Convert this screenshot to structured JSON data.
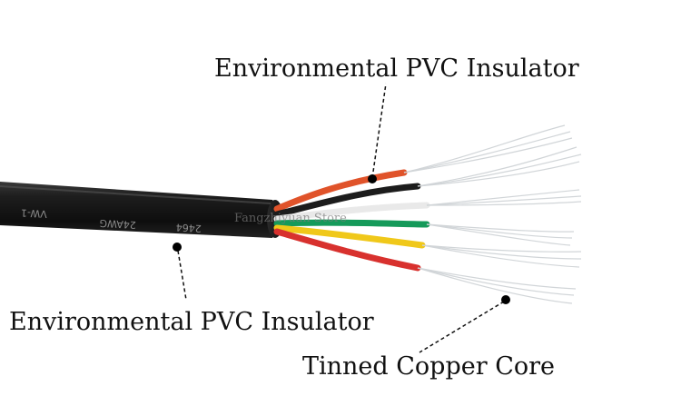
{
  "labels": {
    "top_insulator": "Environmental PVC Insulator",
    "left_insulator": "Environmental PVC Insulator",
    "core": "Tinned Copper Core"
  },
  "cable_print": [
    "VW-1",
    "24AWG",
    "2464"
  ],
  "watermark": "Fangzhiyuan Store",
  "wire_colors": {
    "jacket": "#1a1a1a",
    "orange": "#e0532a",
    "black": "#1c1c1c",
    "white": "#f2f2f2",
    "green": "#159a5a",
    "yellow": "#f0c81a",
    "red": "#d8312e",
    "copper": "#d9dde0"
  },
  "icons": {
    "pointer_dot": "callout-dot",
    "leader": "dashed-leader-line"
  }
}
